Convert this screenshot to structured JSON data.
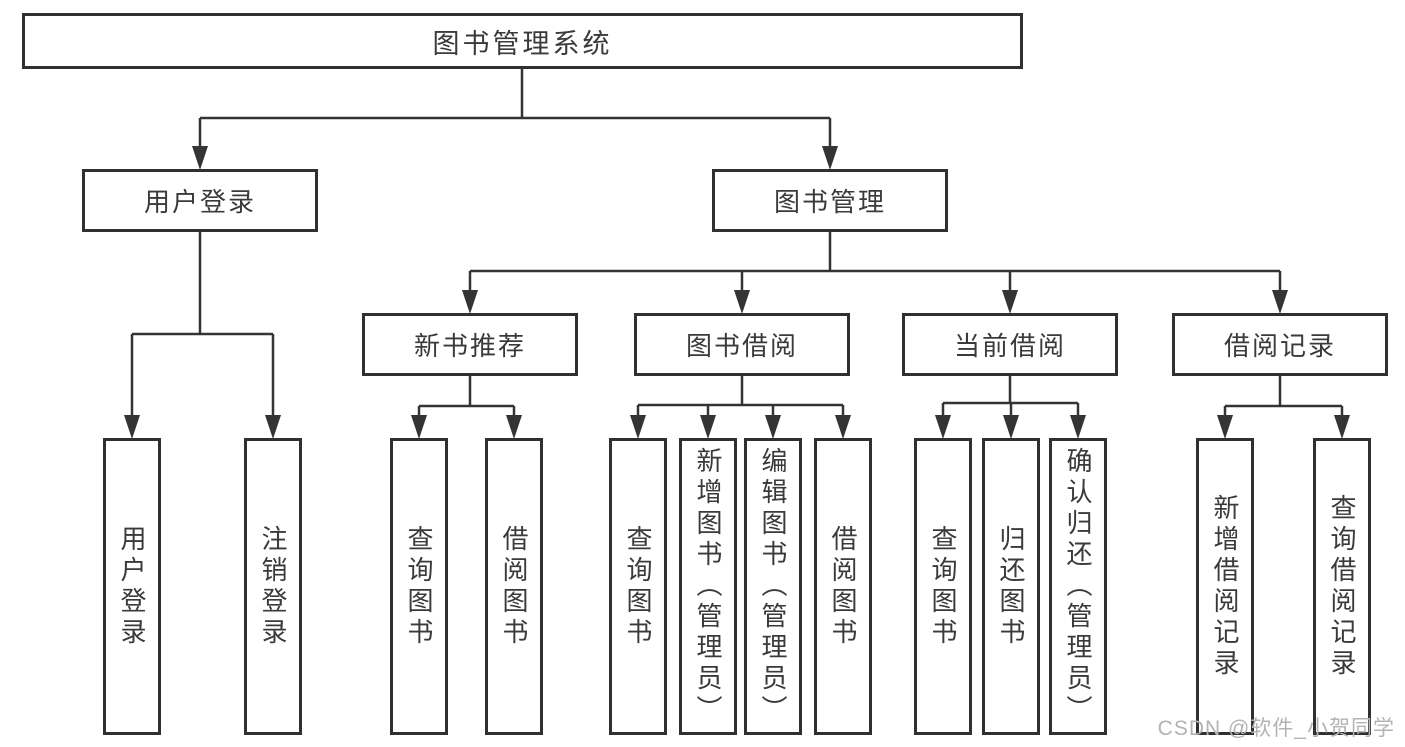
{
  "diagram": {
    "root": {
      "label": "图书管理系统"
    },
    "level2": [
      {
        "label": "用户登录"
      },
      {
        "label": "图书管理"
      }
    ],
    "level3": [
      {
        "label": "新书推荐",
        "parent": "图书管理"
      },
      {
        "label": "图书借阅",
        "parent": "图书管理"
      },
      {
        "label": "当前借阅",
        "parent": "图书管理"
      },
      {
        "label": "借阅记录",
        "parent": "图书管理"
      }
    ],
    "leaves": [
      {
        "label": "用户登录",
        "parent": "用户登录"
      },
      {
        "label": "注销登录",
        "parent": "用户登录"
      },
      {
        "label": "查询图书",
        "parent": "新书推荐"
      },
      {
        "label": "借阅图书",
        "parent": "新书推荐"
      },
      {
        "label": "查询图书",
        "parent": "图书借阅"
      },
      {
        "label": "新增图书（管理员）",
        "parent": "图书借阅"
      },
      {
        "label": "编辑图书（管理员）",
        "parent": "图书借阅"
      },
      {
        "label": "借阅图书",
        "parent": "图书借阅"
      },
      {
        "label": "查询图书",
        "parent": "当前借阅"
      },
      {
        "label": "归还图书",
        "parent": "当前借阅"
      },
      {
        "label": "确认归还（管理员）",
        "parent": "当前借阅"
      },
      {
        "label": "新增借阅记录",
        "parent": "借阅记录"
      },
      {
        "label": "查询借阅记录",
        "parent": "借阅记录"
      }
    ],
    "watermark": "CSDN @软件_小贺同学",
    "colors": {
      "line": "#343434",
      "box_border": "#303030",
      "text": "#3a3a3a",
      "watermark": "#b3b3b3",
      "background": "#ffffff"
    }
  }
}
